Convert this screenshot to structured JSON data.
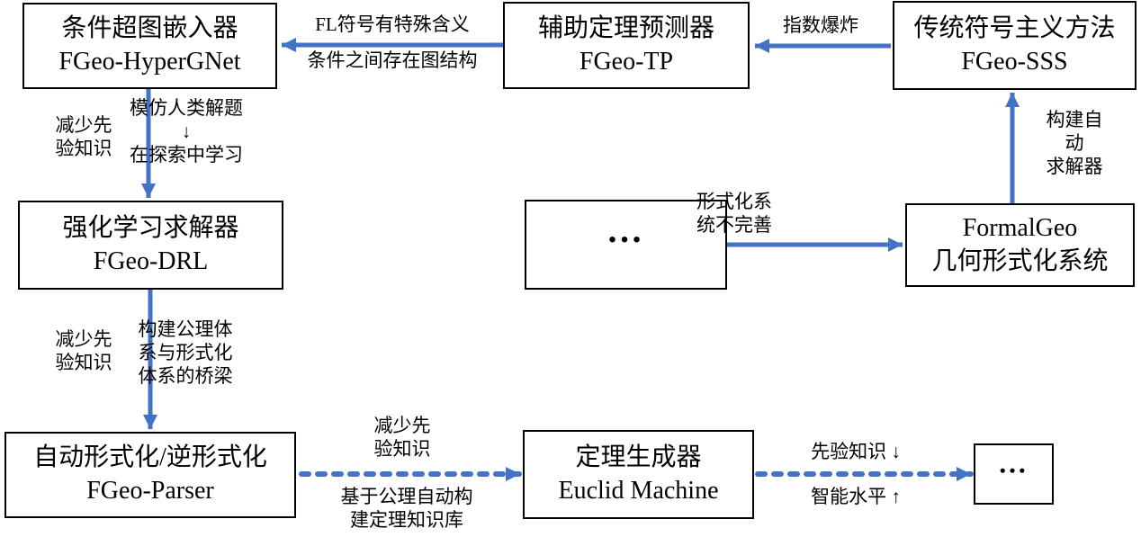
{
  "accent_color": "#4472C4",
  "box_border_color": "#000000",
  "background_color": "#ffffff",
  "nodes": {
    "hypergnet": {
      "line1": "条件超图嵌入器",
      "line2": "FGeo-HyperGNet"
    },
    "tp": {
      "line1": "辅助定理预测器",
      "line2": "FGeo-TP"
    },
    "sss": {
      "line1": "传统符号主义方法",
      "line2": "FGeo-SSS"
    },
    "drl": {
      "line1": "强化学习求解器",
      "line2": "FGeo-DRL"
    },
    "mid_ellipsis": {
      "text": "…"
    },
    "formalgeo": {
      "line1": "FormalGeo",
      "line2": "几何形式化系统"
    },
    "parser": {
      "line1": "自动形式化/逆形式化",
      "line2": "FGeo-Parser"
    },
    "euclid": {
      "line1": "定理生成器",
      "line2": "Euclid Machine"
    },
    "end_ellipsis": {
      "text": "…"
    }
  },
  "edges": {
    "tp_to_hypergnet": {
      "label_above": "FL符号有特殊含义",
      "label_below": "条件之间存在图结构"
    },
    "sss_to_tp": {
      "label": "指数爆炸"
    },
    "hypergnet_to_drl": {
      "label_left": "减少先\n验知识",
      "label_right": "模仿人类解题\n↓\n在探索中学习"
    },
    "drl_to_parser": {
      "label_left": "减少先\n验知识",
      "label_right": "构建公理体\n系与形式化\n体系的桥梁"
    },
    "mid_to_formalgeo": {
      "label": "形式化系\n统不完善"
    },
    "formalgeo_to_sss": {
      "label": "构建自动\n求解器"
    },
    "parser_to_euclid": {
      "label_above": "减少先\n验知识",
      "label_below": "基于公理自动构\n建定理知识库"
    },
    "euclid_to_end": {
      "label_above": "先验知识 ↓",
      "label_below": "智能水平 ↑"
    }
  }
}
